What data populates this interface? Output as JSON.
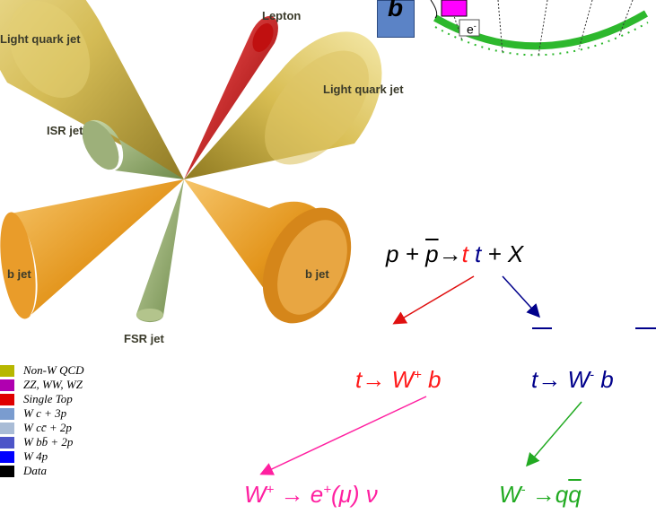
{
  "cones": {
    "lepton": "Lepton",
    "light_jet_left": "Light quark jet",
    "light_jet_right": "Light quark jet",
    "isr_jet": "ISR jet",
    "b_jet_left": "b jet",
    "b_jet_right": "b jet",
    "fsr_jet": "FSR jet"
  },
  "box_letter": "b",
  "detector_label": "e",
  "detector_label_sup": "-",
  "equations": {
    "main": {
      "lhs": "p + ",
      "pbar": "p",
      "arrow": "→",
      "t1": "t",
      "t2": "t",
      "rest": " + X"
    },
    "top_decay": {
      "t": "t",
      "arrow": "→",
      "w": "W",
      "sup": "+",
      "b": " b"
    },
    "antitop_decay": {
      "t": "t",
      "arrow": "→",
      "w": "W",
      "sup": "-",
      "b": " b"
    },
    "lepton_decay": {
      "w": "W",
      "sup": "+",
      "arrow": " → ",
      "e": "e",
      "esup": "+",
      "rest": "(μ) ν"
    },
    "hadron_decay": {
      "w": "W",
      "sup": "-",
      "arrow": " →",
      "q": "q",
      "qbar": "q"
    }
  },
  "legend": [
    {
      "label": "Non-W QCD",
      "color": "#b7b700"
    },
    {
      "label": "ZZ, WW, WZ",
      "color": "#b000b0"
    },
    {
      "label": "Single Top",
      "color": "#e00000"
    },
    {
      "label": "W c + 3p",
      "color": "#7a9ccf"
    },
    {
      "label": "W cc̄ + 2p",
      "color": "#a9bcd6"
    },
    {
      "label": "W bb̄ + 2p",
      "color": "#4d55c8"
    },
    {
      "label": "W 4p",
      "color": "#0000ff"
    },
    {
      "label": "Data",
      "color": "#000000"
    }
  ],
  "colors": {
    "red": "#ff1a1a",
    "blue": "#00008b",
    "magenta": "#ff1fa0",
    "green": "#22aa22",
    "detector_green": "#2db82d"
  }
}
